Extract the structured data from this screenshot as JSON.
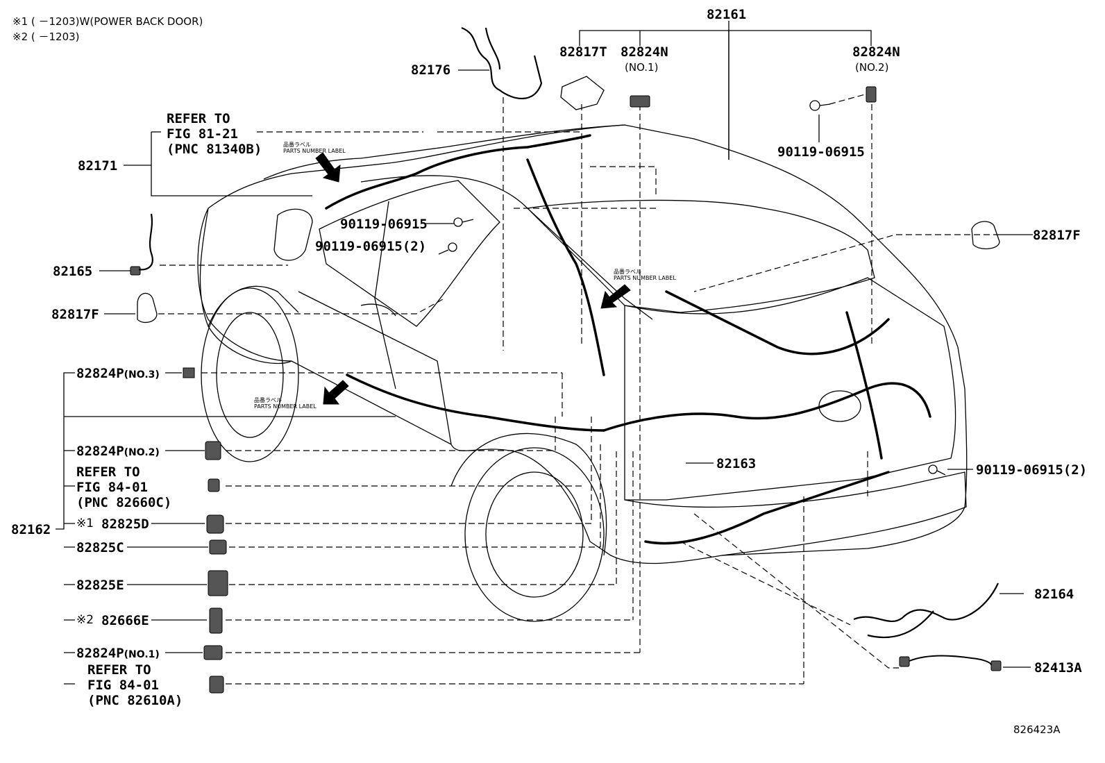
{
  "notes": {
    "n1": "※1 (    －1203)W(POWER BACK DOOR)",
    "n2": "※2 (    －1203)"
  },
  "labels": {
    "p82161": "82161",
    "p82817T": "82817T",
    "p82824N1": "82824N",
    "no1_top": "(NO.1)",
    "p82824N2": "82824N",
    "no2_top": "(NO.2)",
    "p82176": "82176",
    "refer1_a": "REFER TO",
    "refer1_b": "FIG 81-21",
    "refer1_c": "(PNC 81340B)",
    "p82171": "82171",
    "bolt_top": "90119-06915",
    "bolt_mid1": "90119-06915",
    "bolt_mid2": "90119-06915(2)",
    "p82165": "82165",
    "p82817F_left": "82817F",
    "p82817F_right": "82817F",
    "p82824P3": "82824P",
    "no3": "(NO.3)",
    "p82824P2": "82824P",
    "no2": "(NO.2)",
    "refer2_a": "REFER TO",
    "refer2_b": "FIG 84-01",
    "refer2_c": "(PNC 82660C)",
    "p82162": "82162",
    "mark1": "※1",
    "p82825D": "82825D",
    "p82825C": "82825C",
    "p82825E": "82825E",
    "mark2": "※2",
    "p82666E": "82666E",
    "p82824P1": "82824P",
    "no1": "(NO.1)",
    "refer3_a": "REFER TO",
    "refer3_b": "FIG 84-01",
    "refer3_c": "(PNC 82610A)",
    "p82163": "82163",
    "bolt_right": "90119-06915(2)",
    "p82164": "82164",
    "p82413A": "82413A",
    "label_jp": "品番ラベル",
    "label_en": "PARTS NUMBER LABEL",
    "diagram_id": "826423A"
  }
}
